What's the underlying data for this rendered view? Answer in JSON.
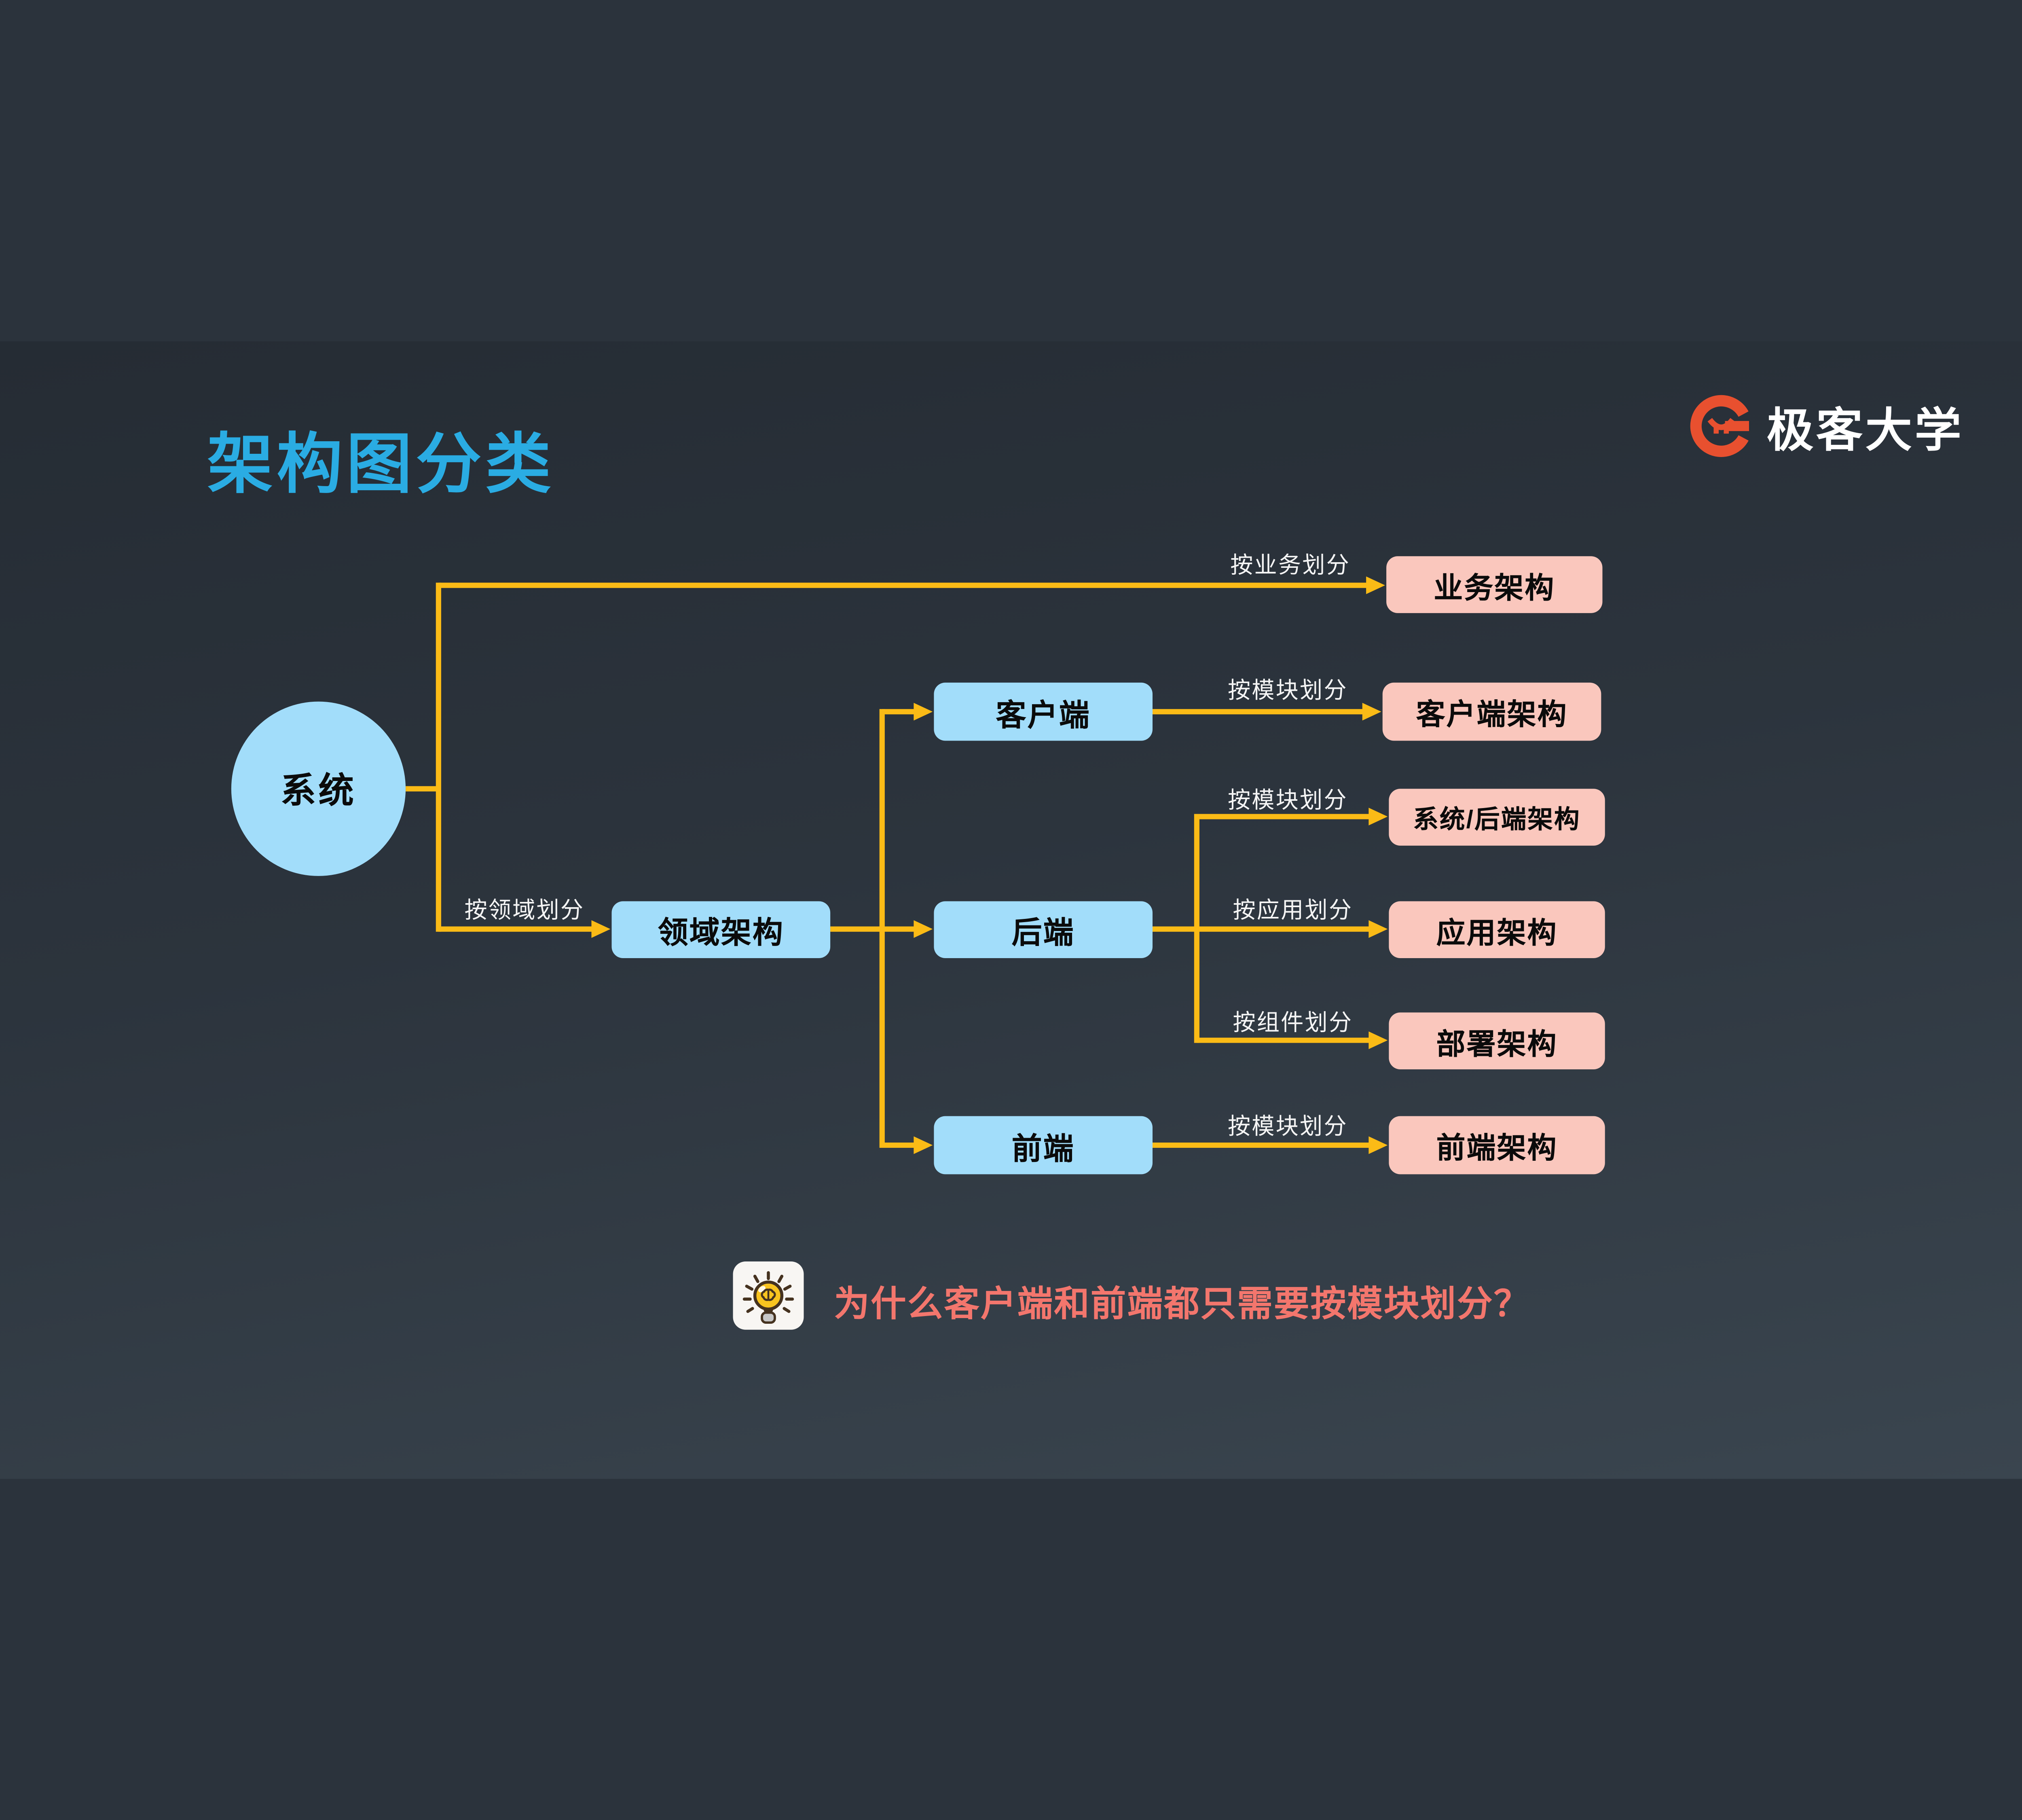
{
  "header": {
    "title": "架构图分类"
  },
  "logo": {
    "brand": "极客大学"
  },
  "diagram": {
    "root": "系统",
    "nodes": {
      "domain": "领域架构",
      "client": "客户端",
      "backend": "后端",
      "frontend": "前端",
      "business_arch": "业务架构",
      "client_arch": "客户端架构",
      "system_backend_arch": "系统/后端架构",
      "app_arch": "应用架构",
      "deploy_arch": "部署架构",
      "frontend_arch": "前端架构"
    },
    "edge_labels": {
      "by_business": "按业务划分",
      "by_domain": "按领域划分",
      "by_module_client": "按模块划分",
      "by_module_system": "按模块划分",
      "by_app": "按应用划分",
      "by_component": "按组件划分",
      "by_module_frontend": "按模块划分"
    }
  },
  "note": {
    "text": "为什么客户端和前端都只需要按模块划分？"
  },
  "colors": {
    "title_blue": "#2aace3",
    "node_blue": "#a2ddfa",
    "node_pink": "#fac7bd",
    "connector_yellow": "#fbbb16",
    "note_text": "#f3766d",
    "logo_orange": "#e8502f",
    "background_top": "#252c34",
    "background_bottom": "#3a454f"
  }
}
